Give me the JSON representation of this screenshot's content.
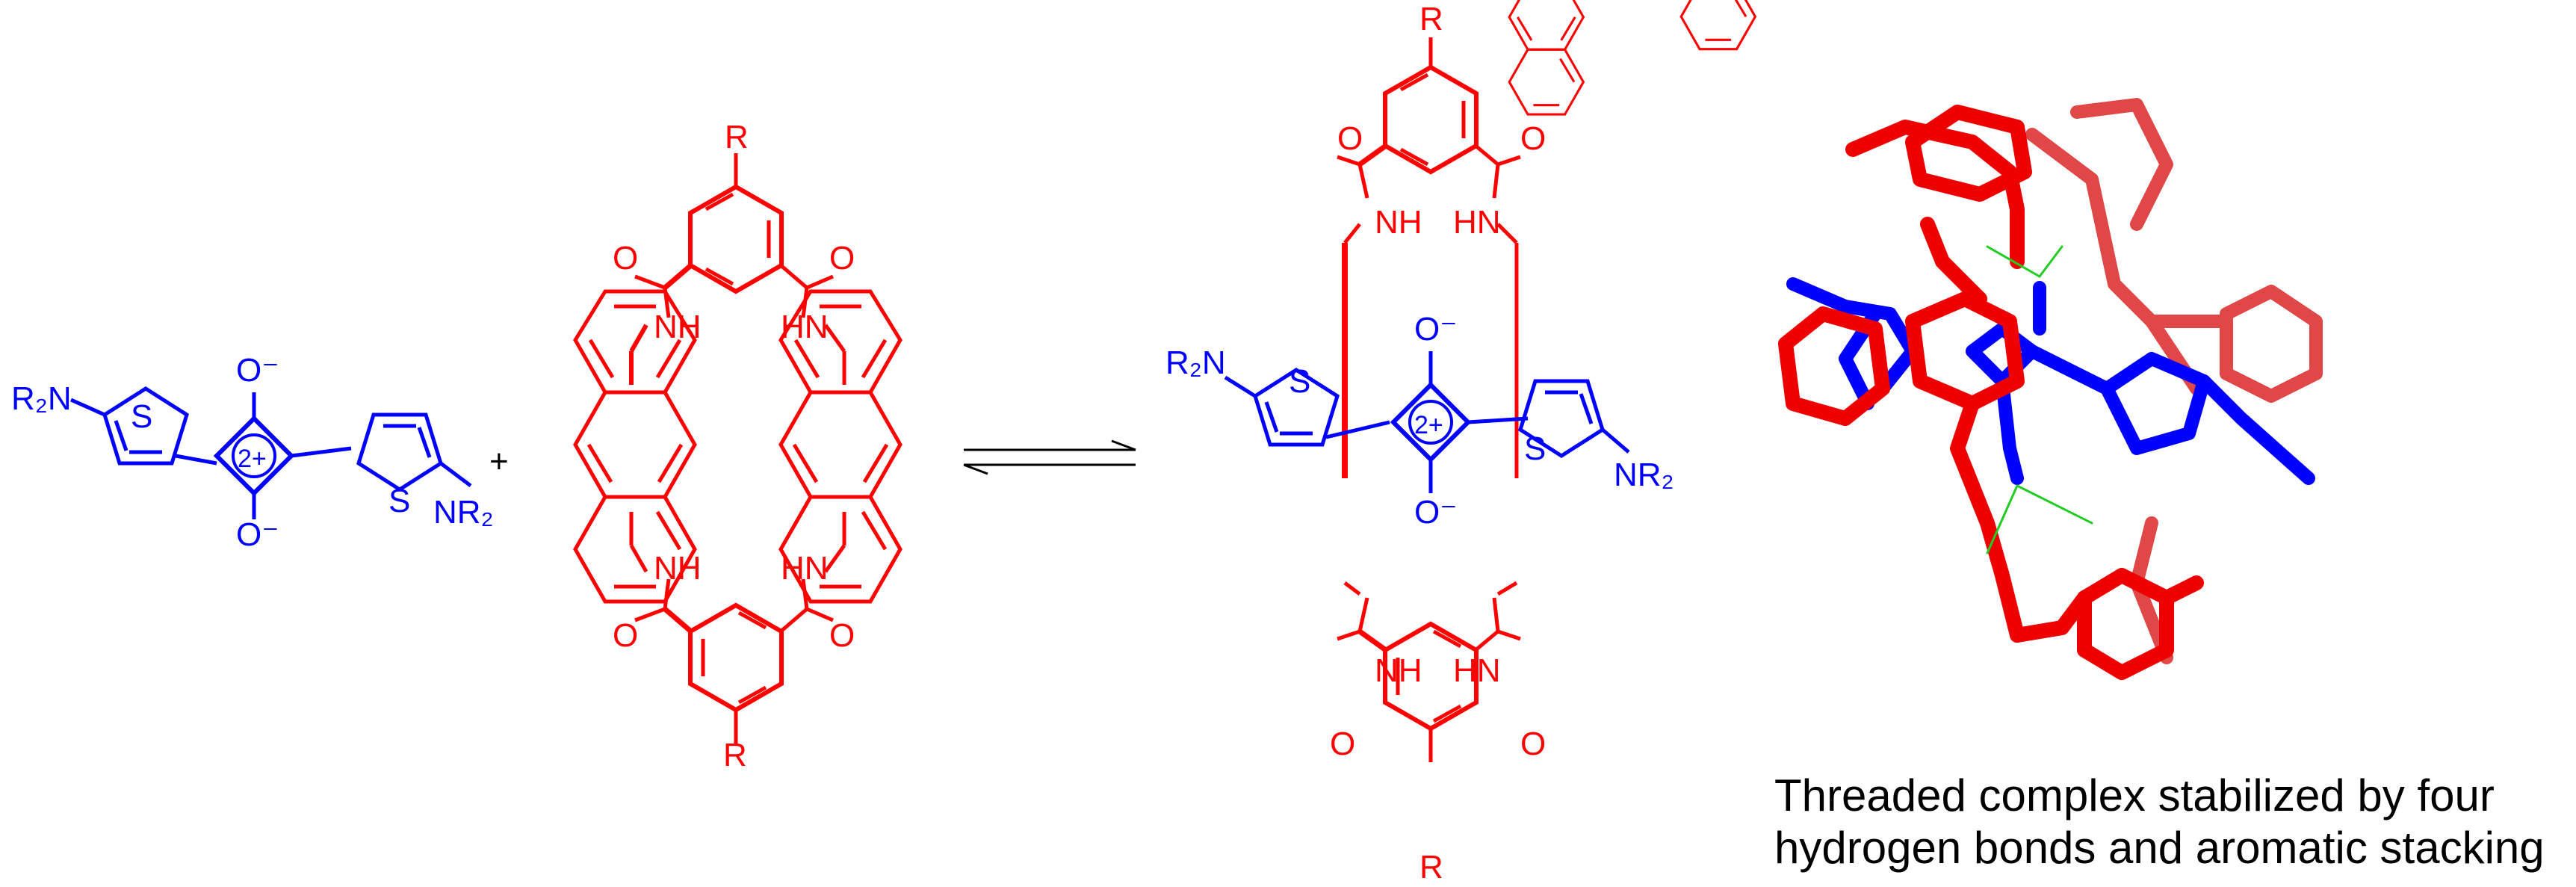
{
  "colors": {
    "guest": "#0000ff",
    "host": "#ff0000",
    "host_3d_back": "#e04848",
    "hbond": "#22cc22",
    "text": "#000000"
  },
  "labels": {
    "r2n": "R₂N",
    "nr2": "NR₂",
    "s": "S",
    "o_minus": "O⁻",
    "charge": "2+",
    "plus": "+",
    "o": "O",
    "nh": "NH",
    "hn": "HN",
    "r": "R"
  },
  "caption": {
    "line1": "Threaded complex stabilized by four",
    "line2": "hydrogen bonds and aromatic stacking"
  }
}
